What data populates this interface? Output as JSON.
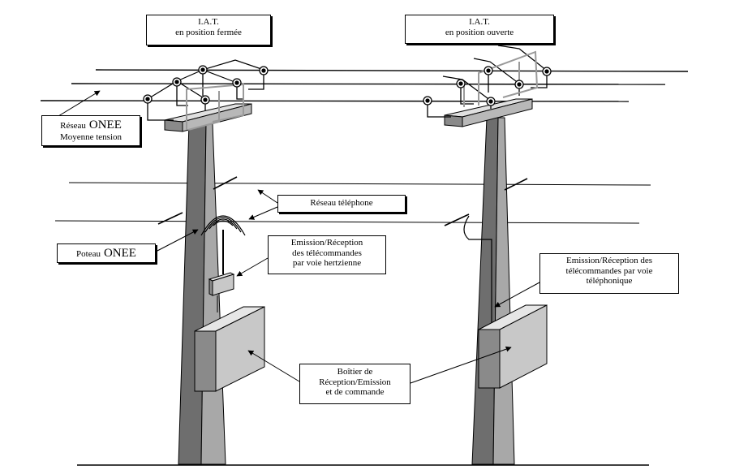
{
  "labels": {
    "iat_closed": {
      "line1": "I.A.T.",
      "line2": "en position fermée"
    },
    "iat_open": {
      "line1": "I.A.T.",
      "line2": "en position ouverte"
    },
    "mv_network": {
      "prefix": "Réseau",
      "brand": "ONEE",
      "line2": "Moyenne tension"
    },
    "phone_network": {
      "text": "Réseau téléphone"
    },
    "pole": {
      "prefix": "Poteau",
      "brand": "ONEE"
    },
    "radio_comm": {
      "line1": "Emission/Réception",
      "line2": "des télécommandes",
      "line3": "par voie hertzienne"
    },
    "phone_comm": {
      "line1": "Emission/Réception des",
      "line2": "télécommandes par voie",
      "line3": "téléphonique"
    },
    "control_box": {
      "line1": "Boîtier de",
      "line2": "Réception/Emission",
      "line3": "et de commande"
    }
  },
  "colors": {
    "line": "#000000",
    "pole_front": "#a8a8a8",
    "pole_side": "#6e6e6e",
    "box_front": "#c8c8c8",
    "box_top": "#e6e6e6",
    "box_side": "#8a8a8a",
    "switch_arm": "#9a9a9a"
  }
}
